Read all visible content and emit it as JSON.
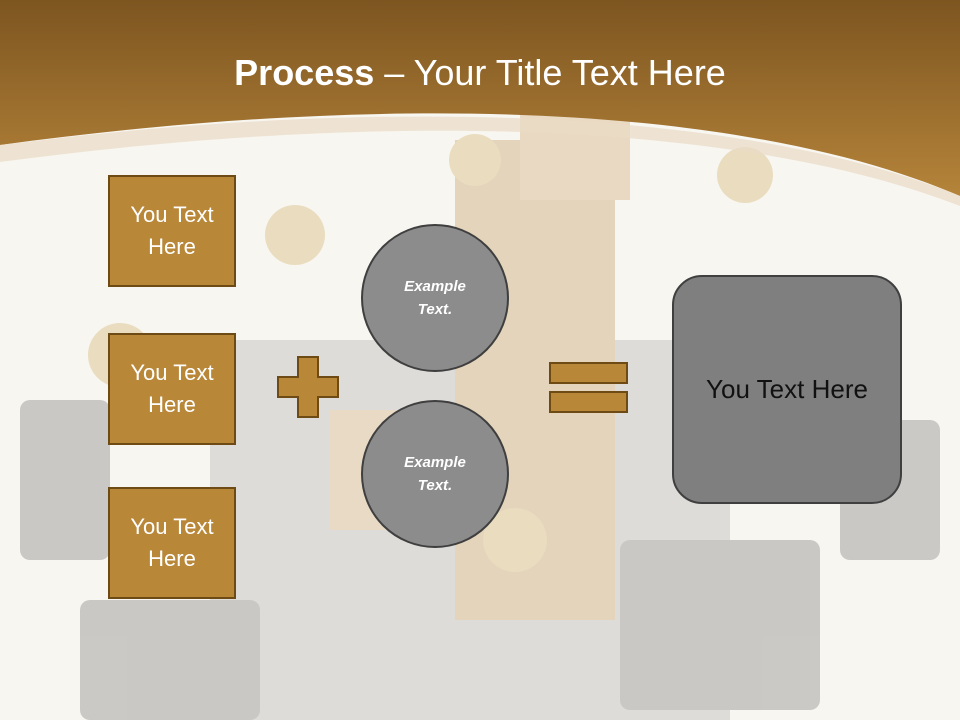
{
  "title": {
    "bold": "Process",
    "rest": " – Your Title Text Here"
  },
  "left_boxes": [
    {
      "line1": "You Text",
      "line2": "Here"
    },
    {
      "line1": "You Text",
      "line2": "Here"
    },
    {
      "line1": "You Text",
      "line2": "Here"
    }
  ],
  "circles": [
    {
      "line1": "Example",
      "line2": "Text."
    },
    {
      "line1": "Example",
      "line2": "Text."
    }
  ],
  "result_text": "You Text Here",
  "colors": {
    "header": "#a7702a",
    "box": "#b98738",
    "circle": "#8c8c8c",
    "result": "#7f7f7f"
  }
}
